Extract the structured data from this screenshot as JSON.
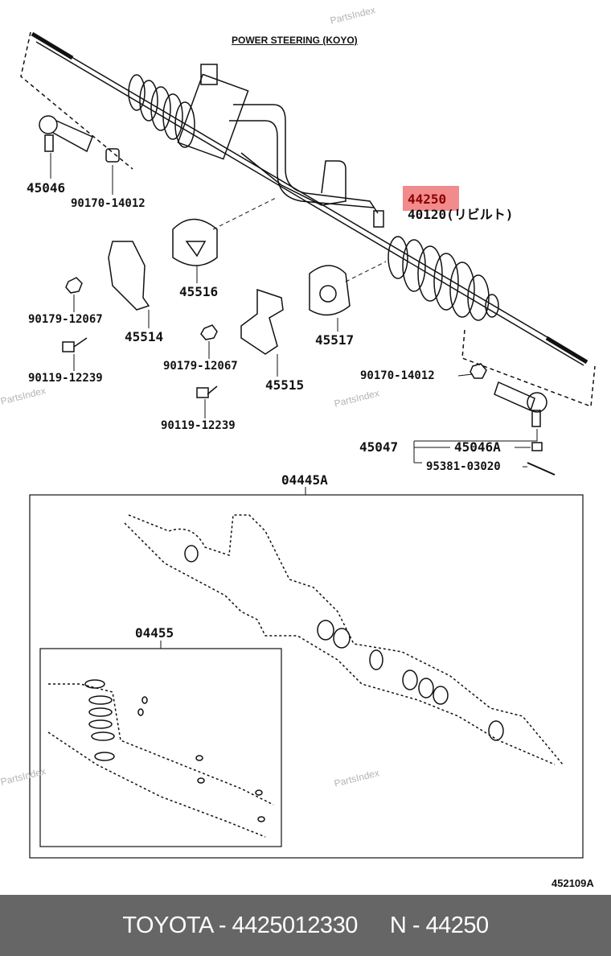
{
  "diagram": {
    "title": "POWER STEERING (KOYO)",
    "highlighted_part": "44250",
    "labels": {
      "p45046": "45046",
      "p90170_a": "90170-14012",
      "p44250": "44250",
      "p40120": "40120(リビルト)",
      "p45516": "45516",
      "p45514": "45514",
      "p90179_a": "90179-12067",
      "p90119_a": "90119-12239",
      "p90179_b": "90179-12067",
      "p45515": "45515",
      "p45517": "45517",
      "p90170_b": "90170-14012",
      "p90119_b": "90119-12239",
      "p45047": "45047",
      "p45046A": "45046A",
      "p95381": "95381-03020",
      "p04445A": "04445A",
      "p04455": "04455"
    },
    "drawing_code": "452109A",
    "watermark": "PartsIndex"
  },
  "footer": {
    "brand_part": "TOYOTA - 4425012330",
    "ref": "N - 44250"
  },
  "colors": {
    "highlight": "#f28b8b",
    "footer_bg": "#666666"
  }
}
